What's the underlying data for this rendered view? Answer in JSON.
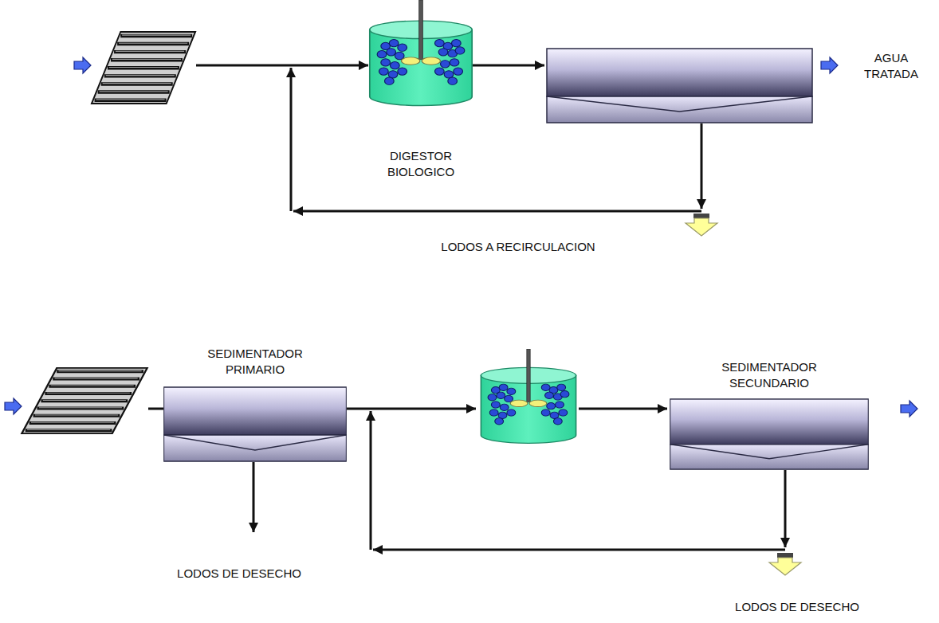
{
  "diagram": {
    "nodes": [
      {
        "text": [
          "DIGESTOR BIOLOGICO"
        ]
      },
      {
        "text": [
          "SEDIMENTADOR PRIMARIO"
        ]
      },
      {
        "text": [
          "SEDIMENTADOR SECUNDARIO"
        ]
      }
    ],
    "labels": [
      "AGUA TRATADA",
      "LODOS A RECIRCULACION",
      "LODOS DE DESECHO",
      "LODOS DE DESECHO"
    ]
  }
}
